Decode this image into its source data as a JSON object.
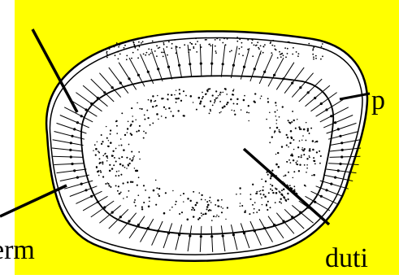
{
  "diagram": {
    "labels": {
      "right_partial": "p",
      "left_partial": "erm",
      "bottom_partial": "duti"
    }
  },
  "colors": {
    "background_panel": "#ffff00",
    "ink": "#000000",
    "cell_fill": "#ffffff"
  }
}
